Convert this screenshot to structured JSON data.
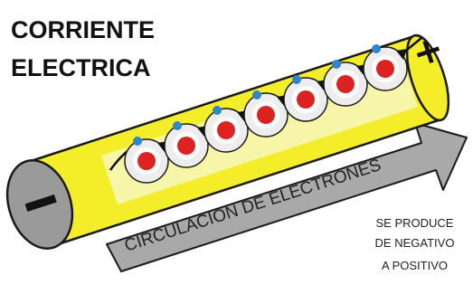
{
  "title": {
    "line1": "CORRIENTE",
    "line2": "ELECTRICA"
  },
  "terminals": {
    "negative": "−",
    "positive": "+"
  },
  "arrow_label": "CIRCULACION DE ELECTRONES",
  "note": {
    "line1": "SE PRODUCE",
    "line2": "DE NEGATIVO",
    "line3": "A POSITIVO"
  },
  "colors": {
    "battery_fill": "#f4ee2a",
    "battery_outline": "#1a1a1a",
    "cap_fill": "#9a9a9a",
    "arrow_fill": "#a9a9a9",
    "nucleus": "#dd2222",
    "electron": "#2f86d0",
    "atom_ring": "#ededed"
  },
  "atom_count": 7
}
